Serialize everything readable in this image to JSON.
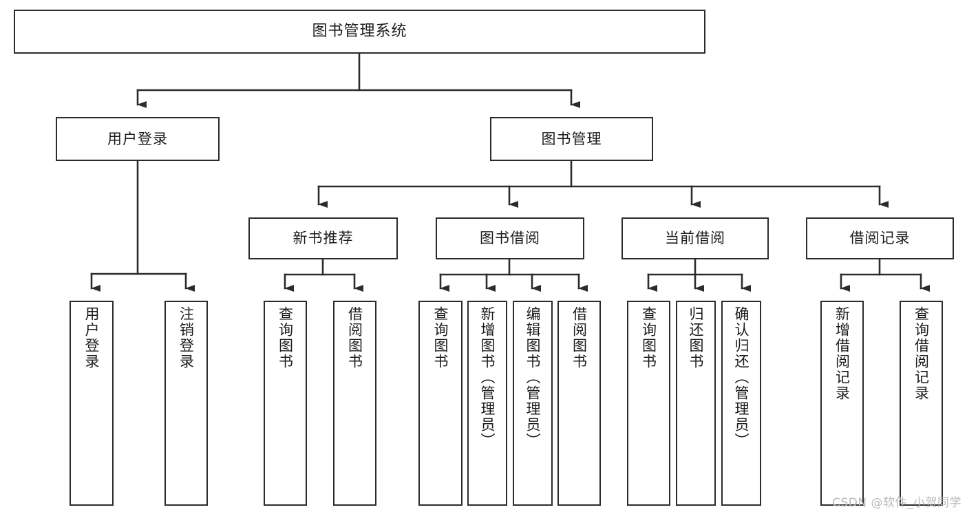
{
  "diagram": {
    "type": "tree-hierarchy",
    "title": "图书管理系统",
    "stroke_color": "#2b2b2b",
    "fill_color": "#ffffff",
    "text_color": "#1b1b1b",
    "root": {
      "id": "root",
      "label": "图书管理系统"
    },
    "level2": [
      {
        "id": "user-login",
        "label": "用户登录"
      },
      {
        "id": "book-management",
        "label": "图书管理"
      }
    ],
    "level3": [
      {
        "id": "new-book-recommend",
        "label": "新书推荐",
        "parent": "book-management"
      },
      {
        "id": "book-borrow",
        "label": "图书借阅",
        "parent": "book-management"
      },
      {
        "id": "current-borrow",
        "label": "当前借阅",
        "parent": "book-management"
      },
      {
        "id": "borrow-record",
        "label": "借阅记录",
        "parent": "book-management"
      }
    ],
    "leaves": [
      {
        "id": "leaf-user-login",
        "label": "用户登录",
        "parent": "user-login"
      },
      {
        "id": "leaf-logout",
        "label": "注销登录",
        "parent": "user-login"
      },
      {
        "id": "leaf-query-book-1",
        "label": "查询图书",
        "parent": "new-book-recommend"
      },
      {
        "id": "leaf-borrow-book-1",
        "label": "借阅图书",
        "parent": "new-book-recommend"
      },
      {
        "id": "leaf-query-book-2",
        "label": "查询图书",
        "parent": "book-borrow"
      },
      {
        "id": "leaf-add-book",
        "label": "新增图书（管理员）",
        "parent": "book-borrow"
      },
      {
        "id": "leaf-edit-book",
        "label": "编辑图书（管理员）",
        "parent": "book-borrow"
      },
      {
        "id": "leaf-borrow-book-2",
        "label": "借阅图书",
        "parent": "book-borrow"
      },
      {
        "id": "leaf-query-book-3",
        "label": "查询图书",
        "parent": "current-borrow"
      },
      {
        "id": "leaf-return-book",
        "label": "归还图书",
        "parent": "current-borrow"
      },
      {
        "id": "leaf-confirm-return",
        "label": "确认归还（管理员）",
        "parent": "current-borrow"
      },
      {
        "id": "leaf-add-record",
        "label": "新增借阅记录",
        "parent": "borrow-record"
      },
      {
        "id": "leaf-query-record",
        "label": "查询借阅记录",
        "parent": "borrow-record"
      }
    ]
  },
  "watermark": {
    "text": "CSDN @软件_小贺同学"
  }
}
